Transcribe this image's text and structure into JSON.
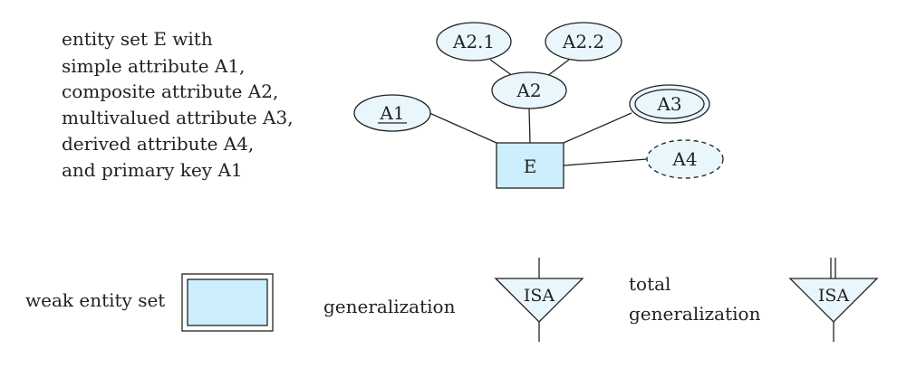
{
  "description_lines": [
    "entity set E with",
    "simple attribute A1,",
    "composite attribute A2,",
    "multivalued attribute A3,",
    "derived attribute A4,",
    "and primary key A1"
  ],
  "entity": {
    "label": "E"
  },
  "attributes": {
    "a1": "A1",
    "a2": "A2",
    "a21": "A2.1",
    "a22": "A2.2",
    "a3": "A3",
    "a4": "A4"
  },
  "legend": {
    "weak_entity_label": "weak entity set",
    "generalization_label": "generalization",
    "total_generalization_line1": "total",
    "total_generalization_line2": "generalization",
    "isa_label": "ISA"
  },
  "colors": {
    "fill": "#cdeefc",
    "attr_fill": "#e9f7fd",
    "stroke": "#222222"
  }
}
